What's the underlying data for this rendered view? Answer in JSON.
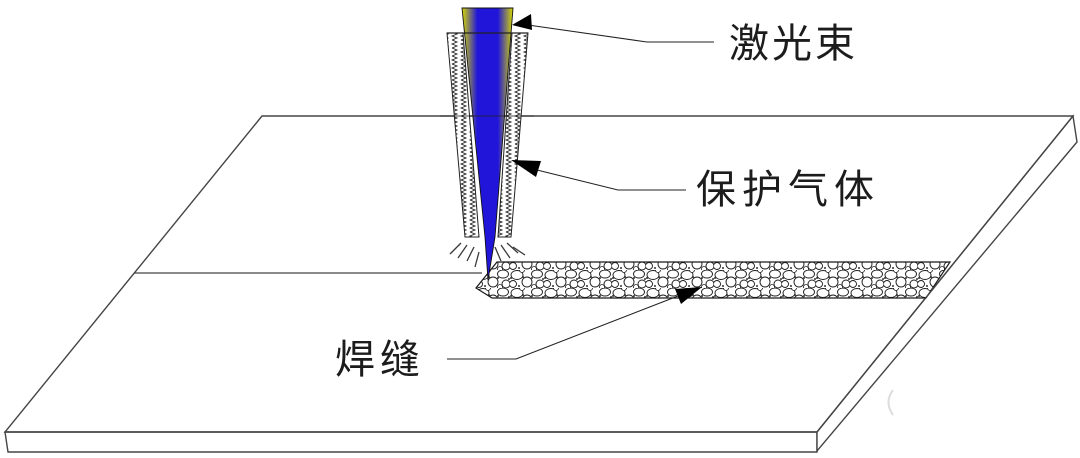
{
  "diagram": {
    "type": "laser-welding-schematic",
    "labels": {
      "laser_beam": "激光束",
      "shielding_gas": "保护气体",
      "weld_seam": "焊缝"
    },
    "colors": {
      "laser_core_blue": "#2015d9",
      "laser_edge_yellow": "#d6d800",
      "outline_dark": "#2a2a2a",
      "plate_outline": "#454545",
      "surface_white": "#ffffff"
    }
  }
}
